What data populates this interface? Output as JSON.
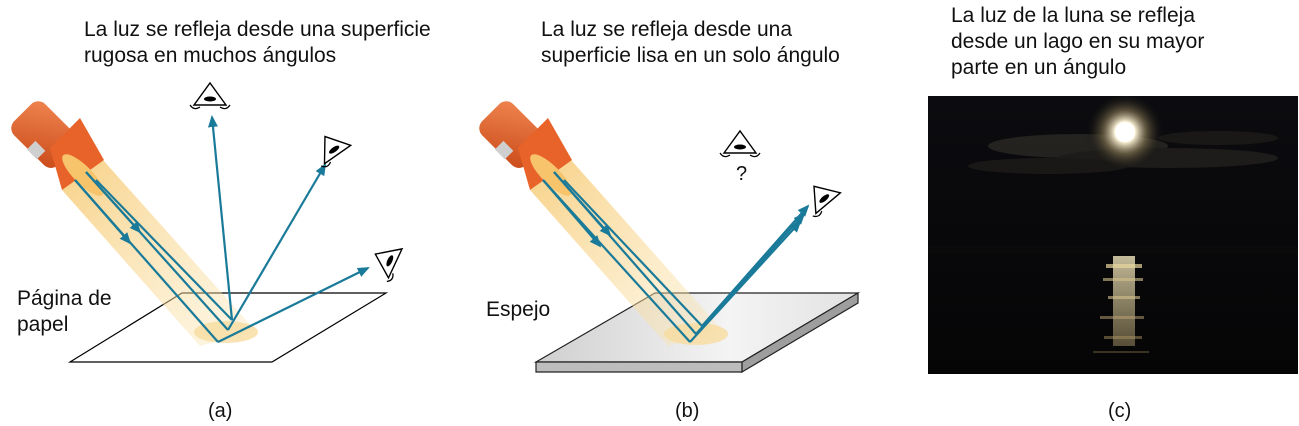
{
  "panel_a": {
    "title": "La luz se refleja desde una superficie\n rugosa en muchos ángulos",
    "surface_label": "Página de\npapel",
    "caption": "(a)"
  },
  "panel_b": {
    "title": "La luz se refleja desde una\nsuperficie lisa en un solo ángulo",
    "surface_label": "Espejo",
    "question_mark": "?",
    "caption": "(b)"
  },
  "panel_c": {
    "title": "La luz de la luna se refleja\ndesde un lago en su mayor\nparte en un ángulo",
    "caption": "(c)"
  },
  "colors": {
    "ray": "#1a7a99",
    "flashlight": "#e8632a",
    "beam": "#f8d98a",
    "mirror": "#d9d9d9"
  }
}
